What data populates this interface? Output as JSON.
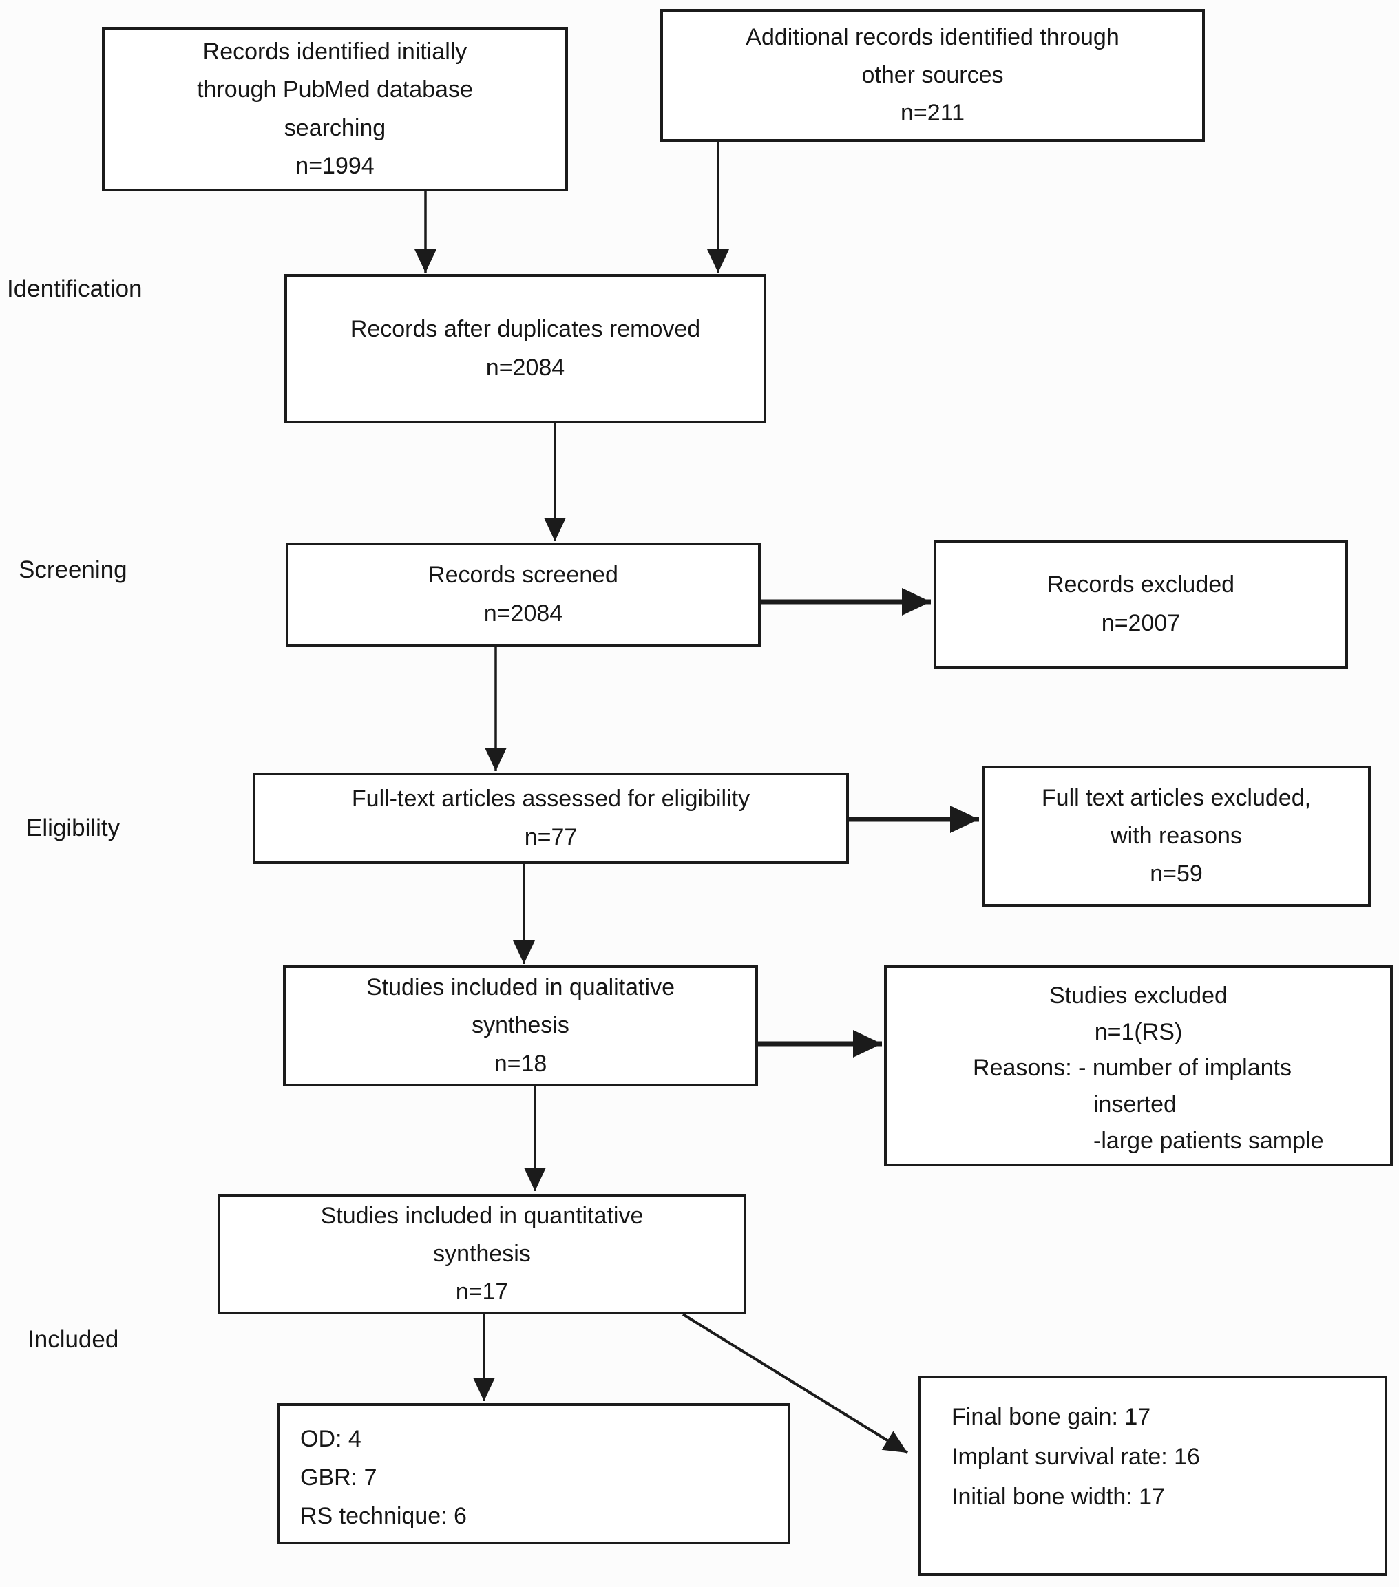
{
  "stages": {
    "identification": "Identification",
    "screening": "Screening",
    "eligibility": "Eligibility",
    "included": "Included"
  },
  "boxes": {
    "pubmed": {
      "lines": [
        "Records identified initially",
        "through PubMed database",
        "searching",
        "n=1994"
      ]
    },
    "other_sources": {
      "lines": [
        "Additional records identified through",
        "other sources",
        "n=211"
      ]
    },
    "duplicates_removed": {
      "lines": [
        "Records after duplicates removed",
        "n=2084"
      ]
    },
    "screened": {
      "lines": [
        "Records screened",
        "n=2084"
      ]
    },
    "records_excluded": {
      "lines": [
        "Records excluded",
        "n=2007"
      ]
    },
    "fulltext_assessed": {
      "lines": [
        "Full-text articles assessed for eligibility",
        "n=77"
      ]
    },
    "fulltext_excluded": {
      "lines": [
        "Full text articles excluded,",
        "with reasons",
        "n=59"
      ]
    },
    "qualitative": {
      "lines": [
        "Studies included in qualitative",
        "synthesis",
        "n=18"
      ]
    },
    "studies_excluded": {
      "lines": [
        "Studies excluded",
        "n=1(RS)",
        "Reasons: - number of implants",
        "inserted",
        "-large patients sample"
      ]
    },
    "quantitative": {
      "lines": [
        "Studies included in quantitative",
        "synthesis",
        "n=17"
      ]
    },
    "techniques": {
      "lines": [
        "OD: 4",
        "GBR: 7",
        "RS technique: 6"
      ]
    },
    "outcomes": {
      "lines": [
        "Final bone gain: 17",
        "Implant survival rate: 16",
        "Initial bone width: 17"
      ]
    }
  },
  "colors": {
    "border": "#1b1b1b",
    "text": "#161616",
    "background": "#ffffff",
    "arrow": "#1b1b1b"
  }
}
